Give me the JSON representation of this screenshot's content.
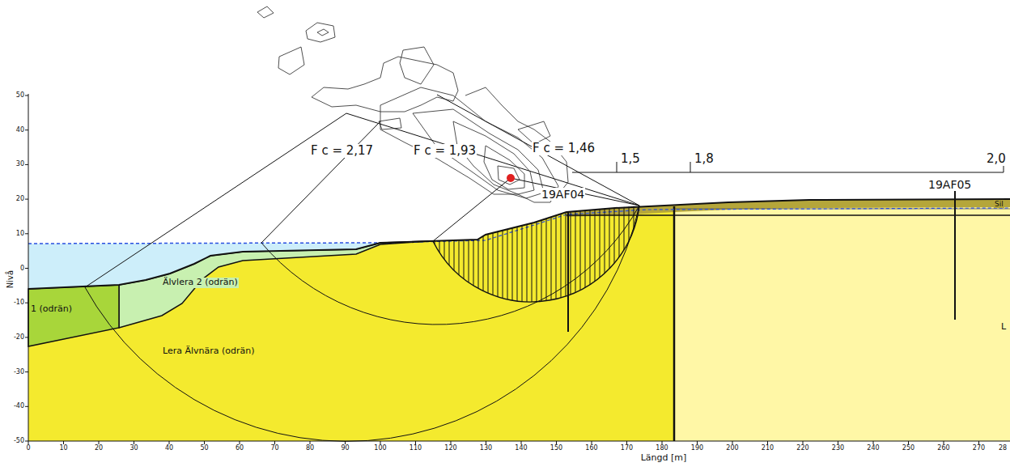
{
  "diagram": {
    "labels": [
      "F c = 2,17",
      "F c = 1,93",
      "F c = 1,46",
      "1,5",
      "1,8",
      "2,0",
      "19AF04",
      "19AF05",
      "Älvlera 2 (odrän)",
      "1 (odrän)",
      "Lera Älvnära (odrän)",
      "Sil",
      "L",
      "Nivå",
      "Längd [m]",
      "50",
      "40",
      "30",
      "20",
      "10",
      "0",
      "-10",
      "-20",
      "-30",
      "-40",
      "-50",
      "0",
      "10",
      "20",
      "30",
      "40",
      "50",
      "60",
      "70",
      "80",
      "90",
      "100",
      "110",
      "120",
      "130",
      "140",
      "150",
      "160",
      "170",
      "180",
      "190",
      "200",
      "210",
      "220",
      "230",
      "240",
      "250",
      "260",
      "270",
      "28"
    ]
  }
}
